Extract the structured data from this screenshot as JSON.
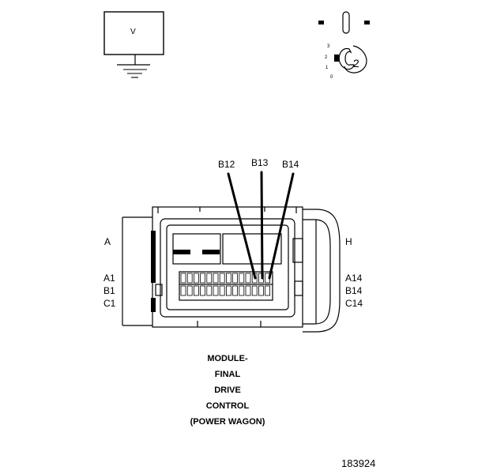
{
  "meter": {
    "label": "V"
  },
  "selector": {
    "positions": [
      "3",
      "2",
      "1",
      "0"
    ],
    "value": "2"
  },
  "pins": {
    "b12": "B12",
    "b13": "B13",
    "b14": "B14"
  },
  "row_labels": {
    "left": [
      "A",
      "A1",
      "B1",
      "C1"
    ],
    "right": [
      "H",
      "A14",
      "B14",
      "C14"
    ]
  },
  "caption": [
    "MODULE-",
    "FINAL",
    "DRIVE",
    "CONTROL",
    "(POWER WAGON)"
  ],
  "figure_number": "183924",
  "colors": {
    "ink": "#000000",
    "paper": "#ffffff"
  }
}
